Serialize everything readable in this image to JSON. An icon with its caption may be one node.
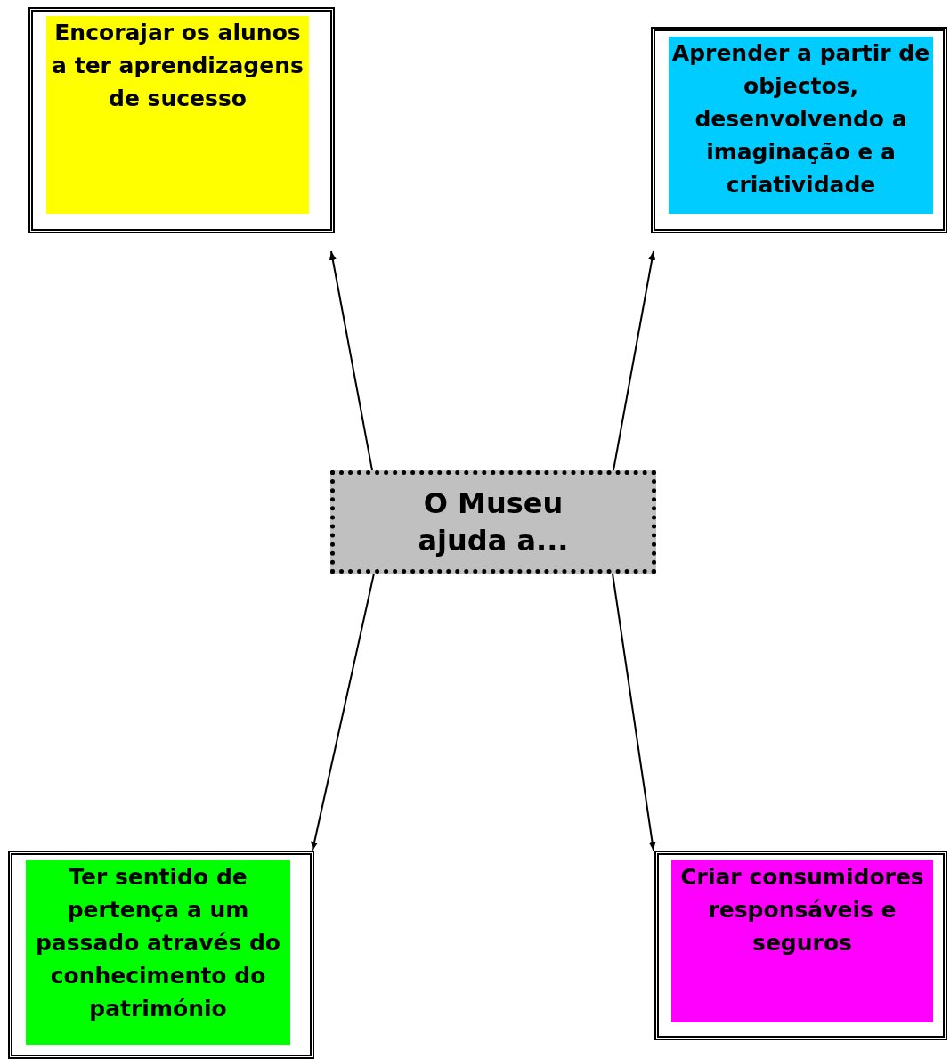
{
  "diagram": {
    "nodes": [
      {
        "text": [
          "Encorajar os alunos a ter aprendizagens de sucesso"
        ]
      },
      {
        "text": [
          "Aprender a partir de objectos, desenvolvendo a imaginação e a criatividade"
        ]
      },
      {
        "text": [
          "O Museu ajuda a..."
        ]
      },
      {
        "text": [
          "Ter sentido de pertença a um passado através do conhecimento do património"
        ]
      },
      {
        "text": [
          "Criar consumidores responsáveis e seguros"
        ]
      }
    ],
    "edges": [
      {
        "from": 2,
        "to": 0,
        "arrow": "to"
      },
      {
        "from": 2,
        "to": 1,
        "arrow": "to"
      },
      {
        "from": 2,
        "to": 3,
        "arrow": "to"
      },
      {
        "from": 2,
        "to": 4,
        "arrow": "to"
      }
    ]
  }
}
